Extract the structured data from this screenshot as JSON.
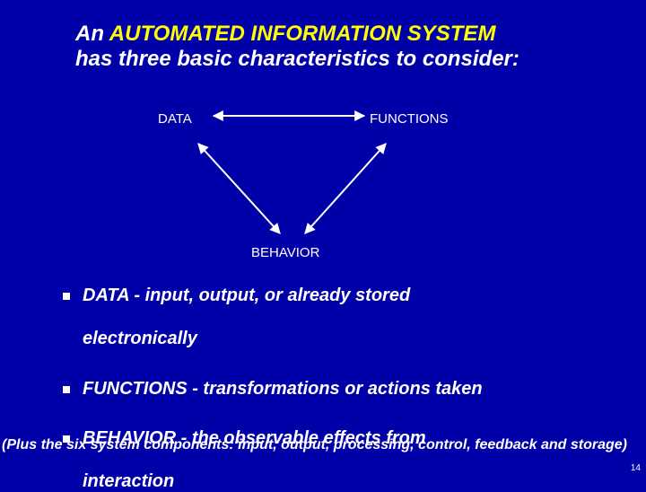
{
  "title": {
    "line1_prefix": "An ",
    "line1_accent": "AUTOMATED INFORMATION SYSTEM",
    "line2": "has three basic characteristics to consider:"
  },
  "diagram": {
    "node_data": "DATA",
    "node_functions": "FUNCTIONS",
    "node_behavior": "BEHAVIOR"
  },
  "bullets": [
    {
      "line1": "DATA - input, output, or already stored",
      "line2": "electronically"
    },
    {
      "line1": "FUNCTIONS - transformations or actions taken"
    },
    {
      "line1": "BEHAVIOR - the observable effects from",
      "line2": "interaction"
    }
  ],
  "footnote": "(Plus the six system components: input, output, processing, control, feedback and storage)",
  "page_number": "14",
  "colors": {
    "background": "#0000a8",
    "accent": "#ffff00",
    "text": "#ffffff"
  }
}
